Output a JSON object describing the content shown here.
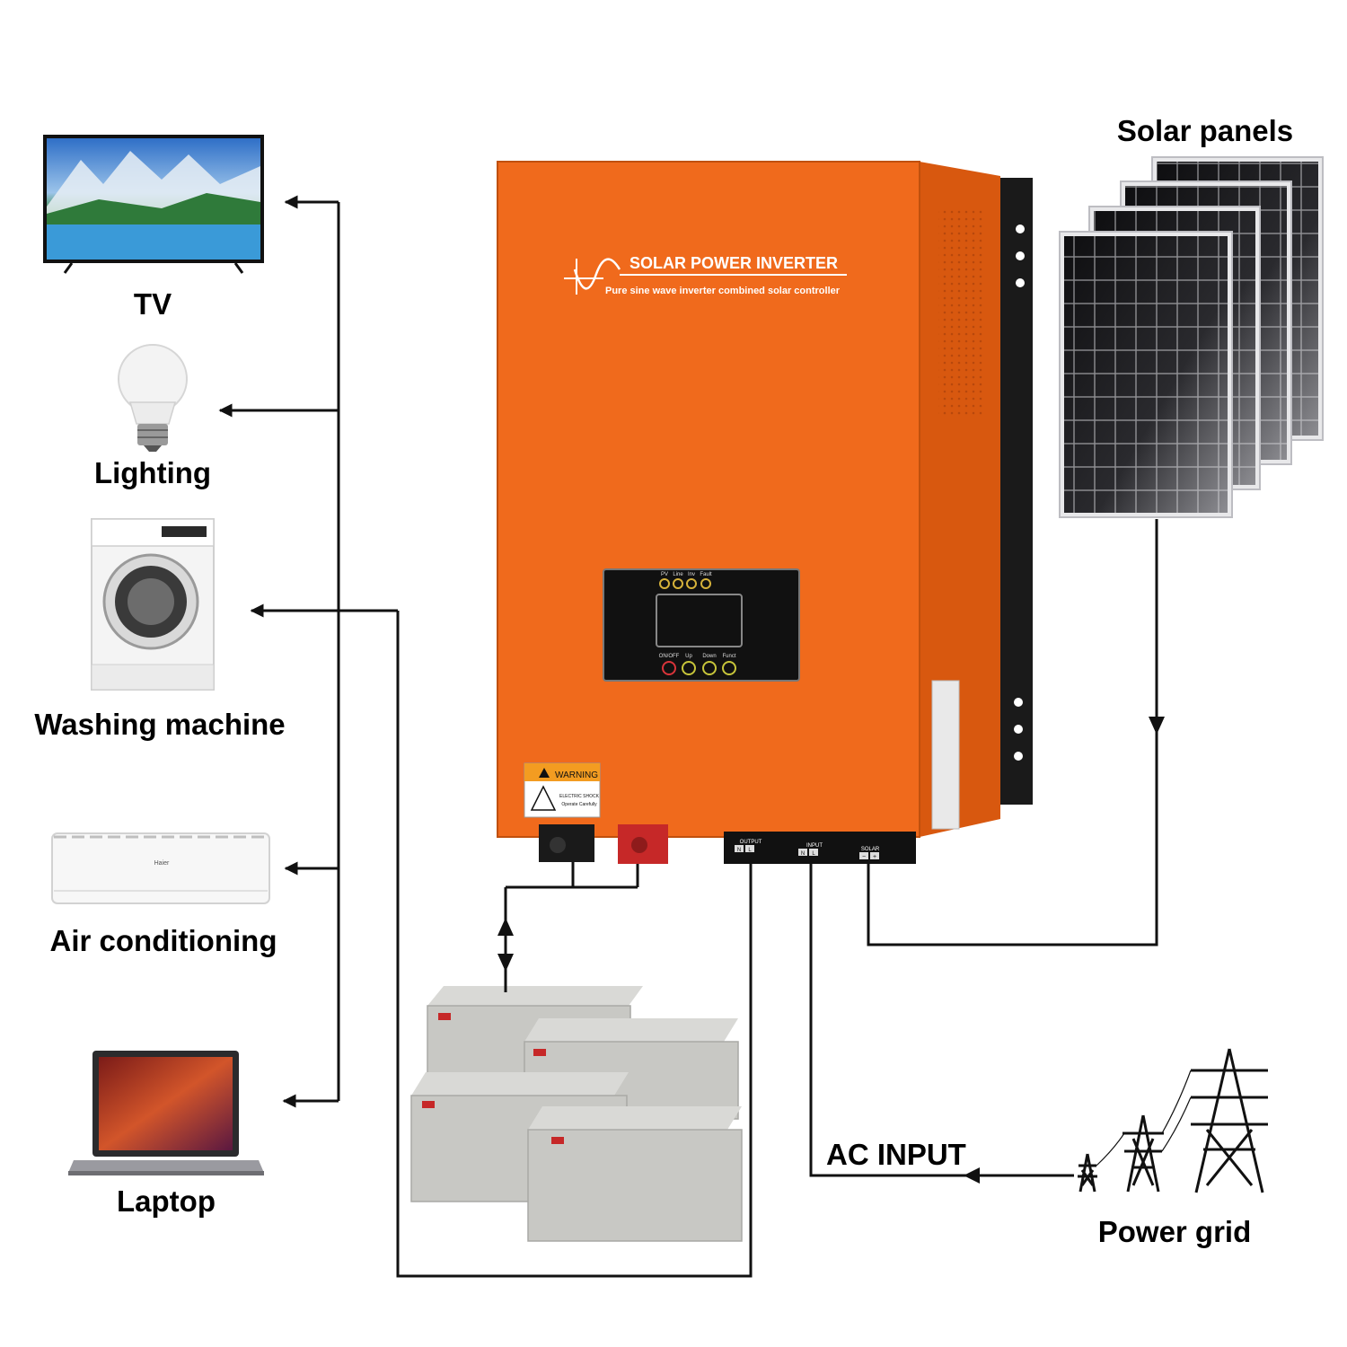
{
  "labels": {
    "tv": "TV",
    "lighting": "Lighting",
    "washing_machine": "Washing machine",
    "air_conditioning": "Air conditioning",
    "laptop": "Laptop",
    "solar_panels": "Solar panels",
    "ac_input": "AC INPUT",
    "power_grid": "Power grid"
  },
  "inverter": {
    "title": "SOLAR POWER INVERTER",
    "subtitle": "Pure sine wave inverter combined solar controller",
    "indicators": [
      "PV",
      "Line",
      "Inv",
      "Fault"
    ],
    "buttons": [
      "ON/OFF",
      "Up",
      "Down",
      "Funct"
    ],
    "warning_title": "WARNING",
    "warning_line1": "ELECTRIC SHOCK",
    "warning_line2": "Operate Carefully",
    "terminal_output": "OUTPUT",
    "terminal_input": "INPUT",
    "terminal_solar": "SOLAR",
    "nl_n": "N",
    "nl_l": "L",
    "solar_minus": "−",
    "solar_plus": "+"
  },
  "ac_brand": "Haier",
  "colors": {
    "inverter_orange": "#f06a1c",
    "inverter_side": "#d8580f",
    "panel_dark": "#1c1c1e",
    "battery_gray": "#c8c8c4",
    "wire": "#111111"
  }
}
